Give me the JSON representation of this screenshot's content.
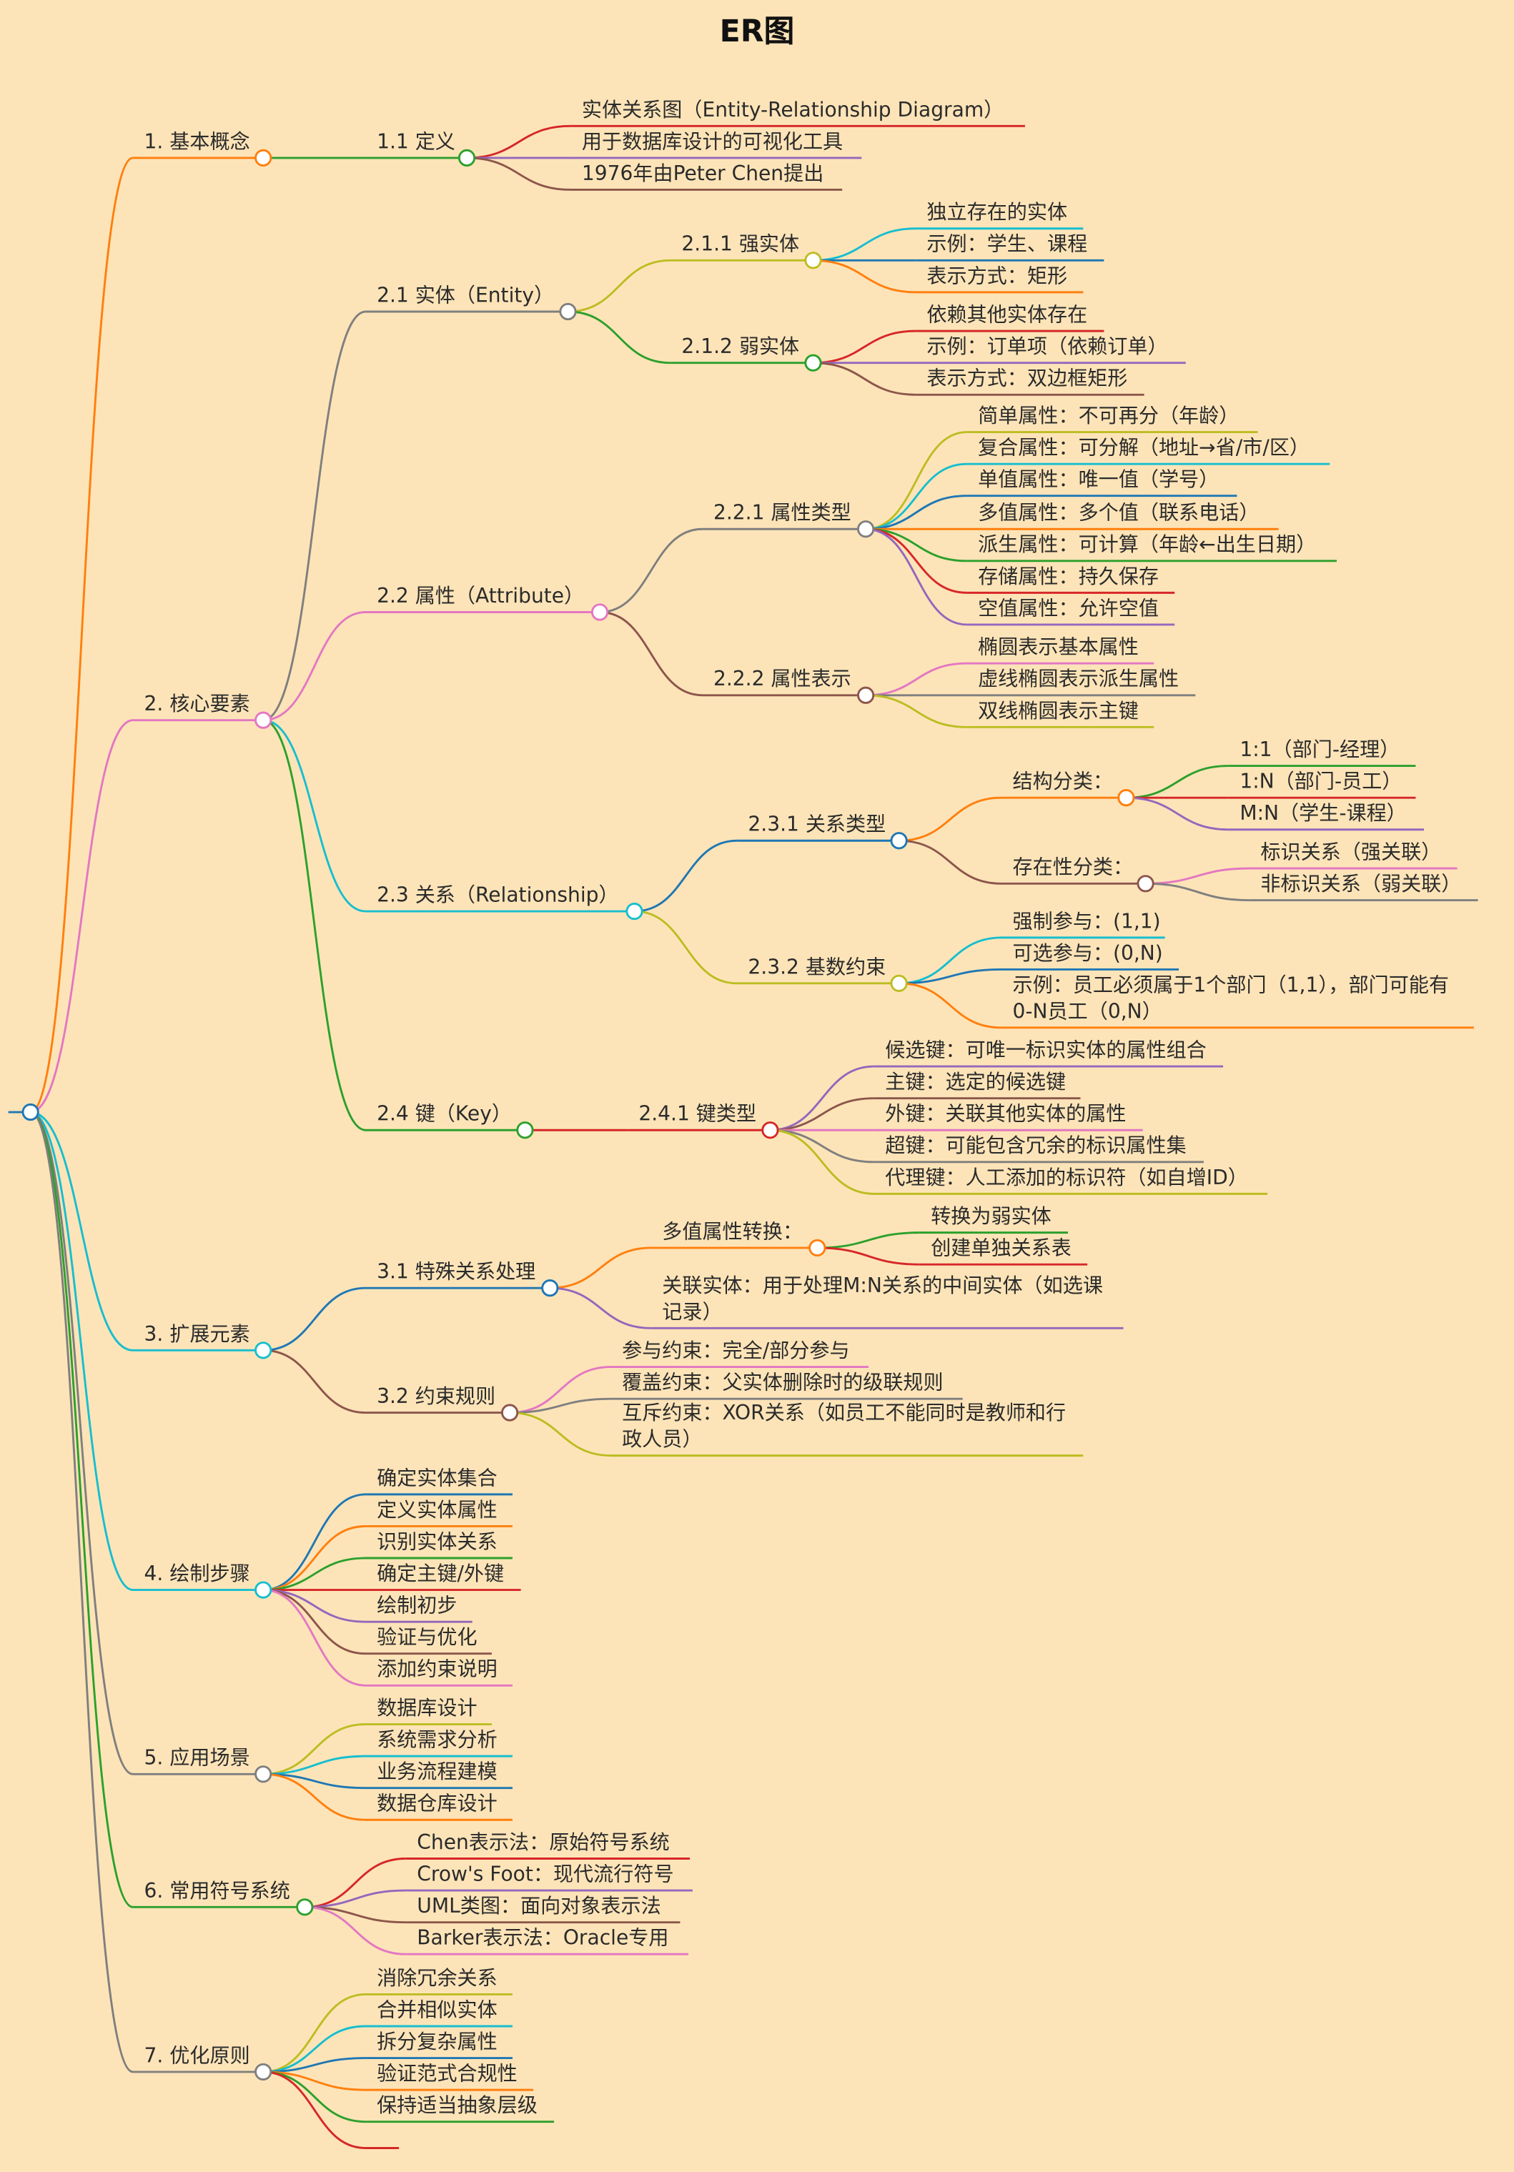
{
  "title": "ER图",
  "theme": {
    "background": "#fde4b8",
    "text": "#2b2b2b",
    "toggle_fill": "#ffffff"
  },
  "mindmap": {
    "color": "#1f77b4",
    "children": [
      {
        "text": "1. 基本概念",
        "color": "#ff7f0e",
        "children": [
          {
            "text": "1.1 定义",
            "color": "#2ca02c",
            "children": [
              {
                "text": "实体关系图（Entity-Relationship Diagram）",
                "color": "#d62728"
              },
              {
                "text": "用于数据库设计的可视化工具",
                "color": "#9467bd"
              },
              {
                "text": "1976年由Peter Chen提出",
                "color": "#8c564b"
              }
            ]
          }
        ]
      },
      {
        "text": "2. 核心要素",
        "color": "#e377c2",
        "children": [
          {
            "text": "2.1 实体（Entity）",
            "color": "#7f7f7f",
            "children": [
              {
                "text": "2.1.1 强实体",
                "color": "#bcbd22",
                "children": [
                  {
                    "text": "独立存在的实体",
                    "color": "#17becf"
                  },
                  {
                    "text": "示例：学生、课程",
                    "color": "#1f77b4"
                  },
                  {
                    "text": "表示方式：矩形",
                    "color": "#ff7f0e"
                  }
                ]
              },
              {
                "text": "2.1.2 弱实体",
                "color": "#2ca02c",
                "children": [
                  {
                    "text": "依赖其他实体存在",
                    "color": "#d62728"
                  },
                  {
                    "text": "示例：订单项（依赖订单）",
                    "color": "#9467bd"
                  },
                  {
                    "text": "表示方式：双边框矩形",
                    "color": "#8c564b"
                  }
                ]
              }
            ]
          },
          {
            "text": "2.2 属性（Attribute）",
            "color": "#e377c2",
            "children": [
              {
                "text": "2.2.1 属性类型",
                "color": "#7f7f7f",
                "children": [
                  {
                    "text": "简单属性：不可再分（年龄）",
                    "color": "#bcbd22"
                  },
                  {
                    "text": "复合属性：可分解（地址→省/市/区）",
                    "color": "#17becf"
                  },
                  {
                    "text": "单值属性：唯一值（学号）",
                    "color": "#1f77b4"
                  },
                  {
                    "text": "多值属性：多个值（联系电话）",
                    "color": "#ff7f0e"
                  },
                  {
                    "text": "派生属性：可计算（年龄←出生日期）",
                    "color": "#2ca02c"
                  },
                  {
                    "text": "存储属性：持久保存",
                    "color": "#d62728"
                  },
                  {
                    "text": "空值属性：允许空值",
                    "color": "#9467bd"
                  }
                ]
              },
              {
                "text": "2.2.2 属性表示",
                "color": "#8c564b",
                "children": [
                  {
                    "text": "椭圆表示基本属性",
                    "color": "#e377c2"
                  },
                  {
                    "text": "虚线椭圆表示派生属性",
                    "color": "#7f7f7f"
                  },
                  {
                    "text": "双线椭圆表示主键",
                    "color": "#bcbd22"
                  }
                ]
              }
            ]
          },
          {
            "text": "2.3 关系（Relationship）",
            "color": "#17becf",
            "children": [
              {
                "text": "2.3.1 关系类型",
                "color": "#1f77b4",
                "children": [
                  {
                    "text": "结构分类：",
                    "color": "#ff7f0e",
                    "children": [
                      {
                        "text": "1:1（部门-经理）",
                        "color": "#2ca02c"
                      },
                      {
                        "text": "1:N（部门-员工）",
                        "color": "#d62728"
                      },
                      {
                        "text": "M:N（学生-课程）",
                        "color": "#9467bd"
                      }
                    ]
                  },
                  {
                    "text": "存在性分类：",
                    "color": "#8c564b",
                    "children": [
                      {
                        "text": "标识关系（强关联）",
                        "color": "#e377c2"
                      },
                      {
                        "text": "非标识关系（弱关联）",
                        "color": "#7f7f7f"
                      }
                    ]
                  }
                ]
              },
              {
                "text": "2.3.2 基数约束",
                "color": "#bcbd22",
                "children": [
                  {
                    "text": "强制参与：(1,1)",
                    "color": "#17becf"
                  },
                  {
                    "text": "可选参与：(0,N)",
                    "color": "#1f77b4"
                  },
                  {
                    "text": "示例：员工必须属于1个部门（1,1），部门可能有0-N员工（0,N）",
                    "color": "#ff7f0e"
                  }
                ]
              }
            ]
          },
          {
            "text": "2.4 键（Key）",
            "color": "#2ca02c",
            "children": [
              {
                "text": "2.4.1 键类型",
                "color": "#d62728",
                "children": [
                  {
                    "text": "候选键：可唯一标识实体的属性组合",
                    "color": "#9467bd"
                  },
                  {
                    "text": "主键：选定的候选键",
                    "color": "#8c564b"
                  },
                  {
                    "text": "外键：关联其他实体的属性",
                    "color": "#e377c2"
                  },
                  {
                    "text": "超键：可能包含冗余的标识属性集",
                    "color": "#7f7f7f"
                  },
                  {
                    "text": "代理键：人工添加的标识符（如自增ID）",
                    "color": "#bcbd22"
                  }
                ]
              }
            ]
          }
        ]
      },
      {
        "text": "3. 扩展元素",
        "color": "#17becf",
        "children": [
          {
            "text": "3.1 特殊关系处理",
            "color": "#1f77b4",
            "children": [
              {
                "text": "多值属性转换：",
                "color": "#ff7f0e",
                "children": [
                  {
                    "text": "转换为弱实体",
                    "color": "#2ca02c"
                  },
                  {
                    "text": "创建单独关系表",
                    "color": "#d62728"
                  }
                ]
              },
              {
                "text": "关联实体：用于处理M:N关系的中间实体（如选课记录）",
                "color": "#9467bd"
              }
            ]
          },
          {
            "text": "3.2 约束规则",
            "color": "#8c564b",
            "children": [
              {
                "text": "参与约束：完全/部分参与",
                "color": "#e377c2"
              },
              {
                "text": "覆盖约束：父实体删除时的级联规则",
                "color": "#7f7f7f"
              },
              {
                "text": "互斥约束：XOR关系（如员工不能同时是教师和行政人员）",
                "color": "#bcbd22"
              }
            ]
          }
        ]
      },
      {
        "text": "4. 绘制步骤",
        "color": "#17becf",
        "children": [
          {
            "text": "确定实体集合",
            "color": "#1f77b4"
          },
          {
            "text": "定义实体属性",
            "color": "#ff7f0e"
          },
          {
            "text": "识别实体关系",
            "color": "#2ca02c"
          },
          {
            "text": "确定主键/外键",
            "color": "#d62728"
          },
          {
            "text": "绘制初步",
            "color": "#9467bd"
          },
          {
            "text": "验证与优化",
            "color": "#8c564b"
          },
          {
            "text": "添加约束说明",
            "color": "#e377c2"
          }
        ]
      },
      {
        "text": "5. 应用场景",
        "color": "#7f7f7f",
        "children": [
          {
            "text": "数据库设计",
            "color": "#bcbd22"
          },
          {
            "text": "系统需求分析",
            "color": "#17becf"
          },
          {
            "text": "业务流程建模",
            "color": "#1f77b4"
          },
          {
            "text": "数据仓库设计",
            "color": "#ff7f0e"
          }
        ]
      },
      {
        "text": "6. 常用符号系统",
        "color": "#2ca02c",
        "children": [
          {
            "text": "Chen表示法：原始符号系统",
            "color": "#d62728"
          },
          {
            "text": "Crow's Foot：现代流行符号",
            "color": "#9467bd"
          },
          {
            "text": "UML类图：面向对象表示法",
            "color": "#8c564b"
          },
          {
            "text": "Barker表示法：Oracle专用",
            "color": "#e377c2"
          }
        ]
      },
      {
        "text": "7. 优化原则",
        "color": "#7f7f7f",
        "children": [
          {
            "text": "消除冗余关系",
            "color": "#bcbd22"
          },
          {
            "text": "合并相似实体",
            "color": "#17becf"
          },
          {
            "text": "拆分复杂属性",
            "color": "#1f77b4"
          },
          {
            "text": "验证范式合规性",
            "color": "#ff7f0e"
          },
          {
            "text": "保持适当抽象层级",
            "color": "#2ca02c"
          },
          {
            "color": "#d62728"
          }
        ]
      }
    ]
  }
}
